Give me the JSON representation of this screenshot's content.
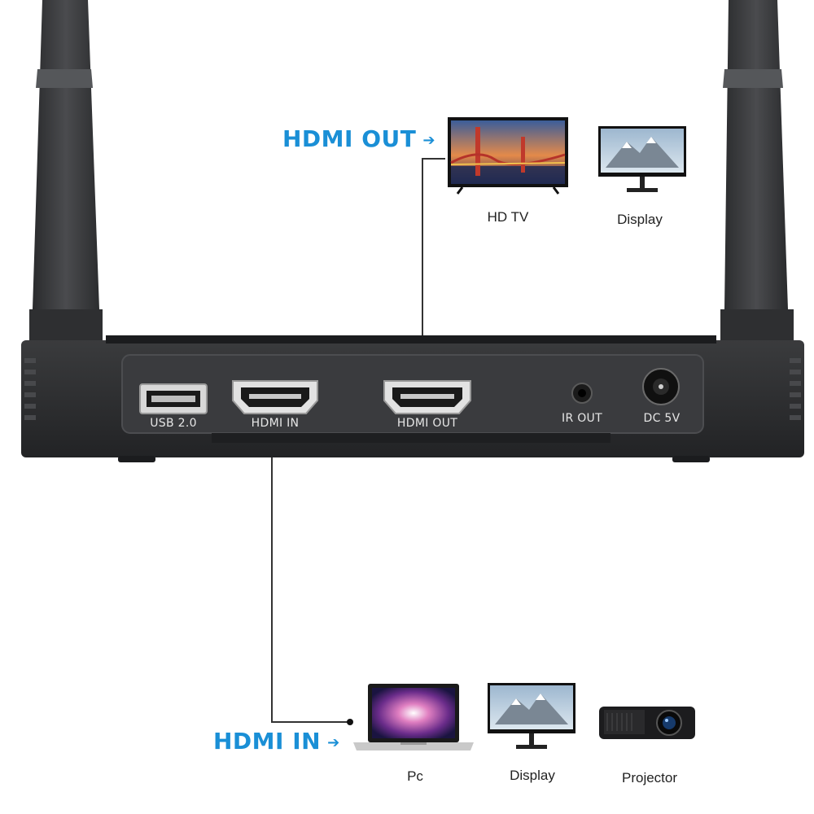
{
  "callouts": {
    "hdmi_out": "HDMI OUT",
    "hdmi_in": "HDMI IN",
    "arrow": "➔"
  },
  "output_devices": [
    {
      "label": "HD TV",
      "icon": "tv-icon"
    },
    {
      "label": "Display",
      "icon": "monitor-icon"
    }
  ],
  "input_devices": [
    {
      "label": "Pc",
      "icon": "laptop-icon"
    },
    {
      "label": "Display",
      "icon": "monitor-icon"
    },
    {
      "label": "Projector",
      "icon": "projector-icon"
    }
  ],
  "ports": {
    "usb": "USB 2.0",
    "hdmi_in": "HDMI IN",
    "hdmi_out": "HDMI OUT",
    "ir_out": "IR OUT",
    "dc": "DC 5V"
  },
  "colors": {
    "accent": "#1a8fd6",
    "device_body": "#2b2c2e",
    "panel": "#3a3b3e"
  }
}
